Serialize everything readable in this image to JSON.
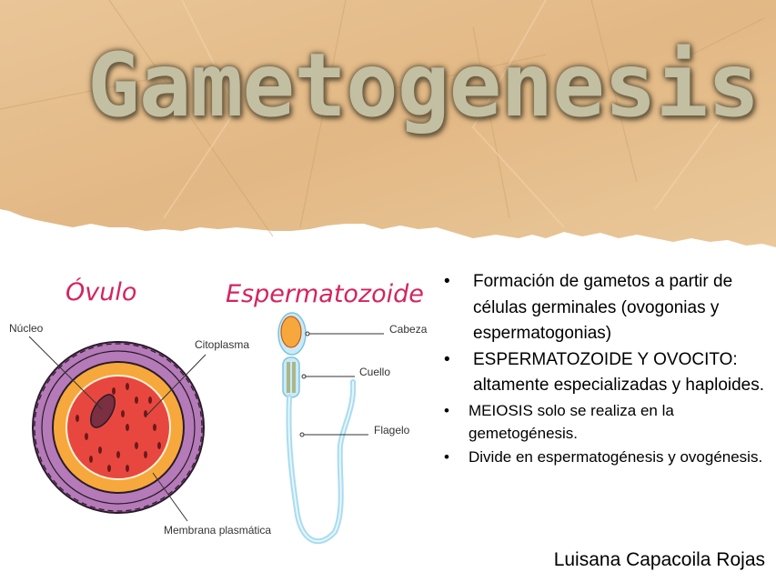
{
  "slide": {
    "title": "Gametogenesis",
    "author": "Luisana Capacoila Rojas",
    "colors": {
      "title_fill": "#c2bfa3",
      "title_glow": "#6f5f43",
      "paper": "#e6bf8c",
      "heading_pink": "#d4245f",
      "purple_cells": "#b57ab8",
      "zona": "#f6a83c",
      "cytoplasm": "#e8473f",
      "sperm_blue": "#a9dcf0"
    }
  },
  "diagram": {
    "ovulo": {
      "heading": "Óvulo",
      "labels": {
        "nucleo": "Núcleo",
        "citoplasma": "Citoplasma",
        "membrana": "Membrana plasmática"
      }
    },
    "espermatozoide": {
      "heading": "Espermatozoide",
      "labels": {
        "cabeza": "Cabeza",
        "cuello": "Cuello",
        "flagelo": "Flagelo"
      }
    }
  },
  "bullets_main": [
    "Formación de gametos a partir de células germinales (ovogonias y espermatogonias)",
    "ESPERMATOZOIDE Y OVOCITO: altamente especializadas y haploides."
  ],
  "bullets_secondary": [
    "MEIOSIS solo se realiza en la gemetogénesis.",
    "Divide en espermatogénesis y ovogénesis."
  ]
}
